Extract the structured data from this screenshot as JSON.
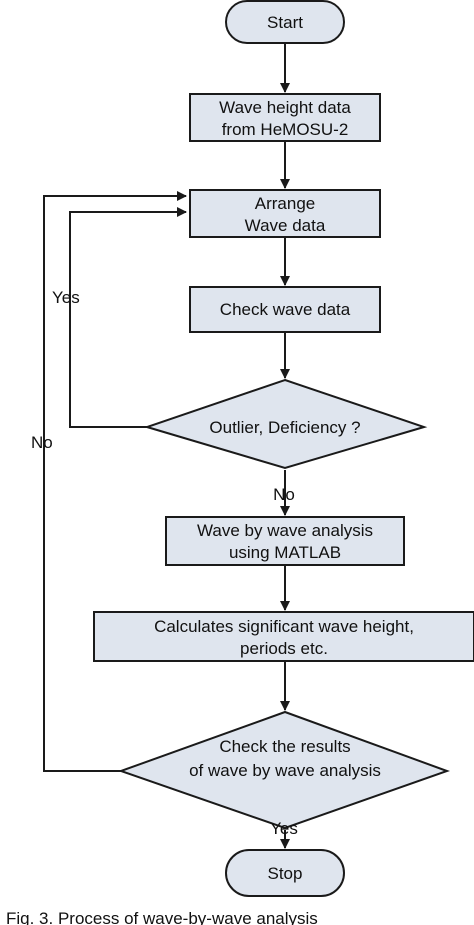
{
  "nodes": {
    "start": "Start",
    "wave_height_data": [
      "Wave height data",
      "from HeMOSU-2"
    ],
    "arrange": [
      "Arrange",
      "Wave data"
    ],
    "check_wave_data": "Check wave data",
    "outlier_decision": "Outlier, Deficiency ?",
    "wave_by_wave": [
      "Wave by wave analysis",
      "using MATLAB"
    ],
    "calculates": [
      "Calculates significant wave height,",
      "periods etc."
    ],
    "check_results": [
      "Check the results",
      "of wave by wave analysis"
    ],
    "stop": "Stop"
  },
  "edge_labels": {
    "outlier_yes": "Yes",
    "outlier_no": "No",
    "results_no": "No",
    "results_yes": "Yes"
  },
  "caption": "Fig. 3. Process of wave-by-wave analysis",
  "colors": {
    "node_fill": "#dfe5ee",
    "stroke": "#1a1a1a",
    "text": "#111111"
  }
}
